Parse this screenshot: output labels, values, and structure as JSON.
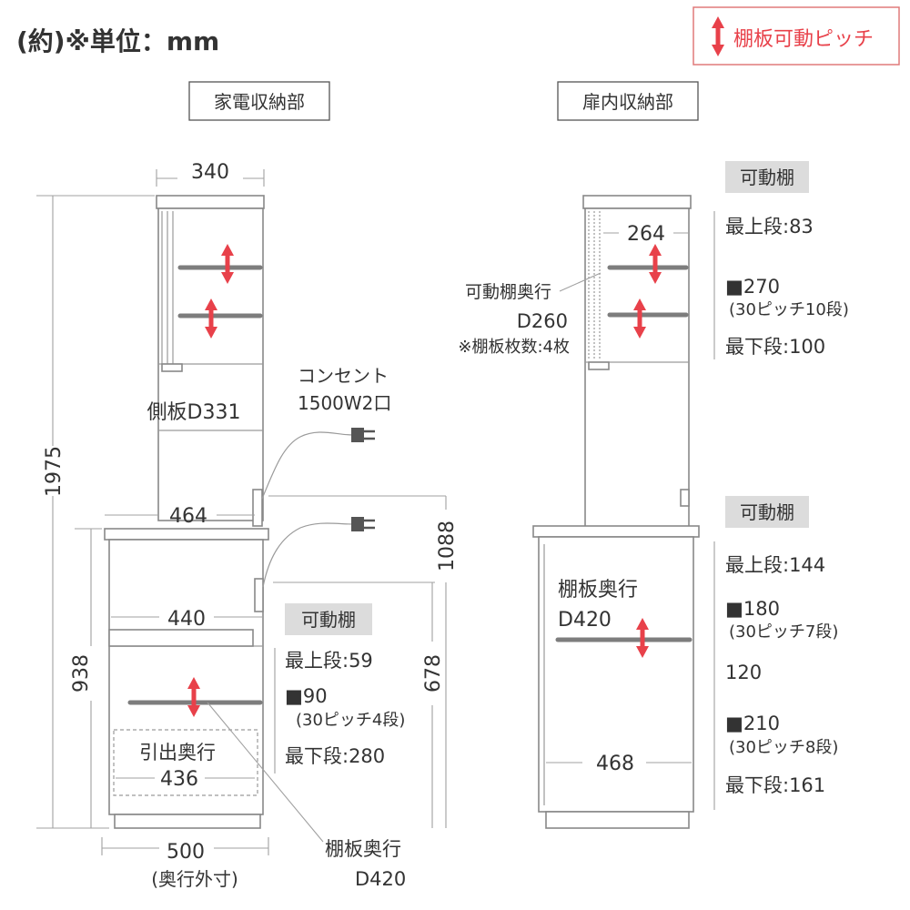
{
  "header": {
    "unit_note": "(約)※単位：mm"
  },
  "legend": {
    "label": "棚板可動ピッチ",
    "arrow_color": "#e8414a",
    "border_color": "#e07a7a"
  },
  "sections": {
    "left_title": "家電収納部",
    "right_title": "扉内収納部"
  },
  "left": {
    "width_top": "340",
    "side_panel": "側板D331",
    "outlet_line1": "コンセント",
    "outlet_line2": "1500W2口",
    "width_counter": "464",
    "height_total": "1975",
    "height_mid": "1088",
    "width_lower": "440",
    "height_lower": "938",
    "height_678": "678",
    "movable_tag": "可動棚",
    "top_step": "最上段:59",
    "pitch_value": "■90",
    "pitch_detail": "(30ピッチ4段)",
    "bottom_step": "最下段:280",
    "drawer_depth_label": "引出奥行",
    "drawer_depth_value": "436",
    "depth_value": "500",
    "depth_label": "(奥行外寸)",
    "shelf_depth_label": "棚板奥行",
    "shelf_depth_value": "D420"
  },
  "right": {
    "movable_tag_upper": "可動棚",
    "upper_width": "264",
    "upper_top_step": "最上段:83",
    "upper_pitch_value": "■270",
    "upper_pitch_detail": "(30ピッチ10段)",
    "upper_bottom_step": "最下段:100",
    "upper_shelf_label": "可動棚奥行",
    "upper_shelf_value": "D260",
    "upper_shelf_count": "※棚板枚数:4枚",
    "movable_tag_lower": "可動棚",
    "lower_top_step": "最上段:144",
    "lower_pitch1_value": "■180",
    "lower_pitch1_detail": "(30ピッチ7段)",
    "lower_fixed": "120",
    "lower_pitch2_value": "■210",
    "lower_pitch2_detail": "(30ピッチ8段)",
    "lower_bottom_step": "最下段:161",
    "lower_shelf_label": "棚板奥行",
    "lower_shelf_value": "D420",
    "lower_width": "468"
  }
}
